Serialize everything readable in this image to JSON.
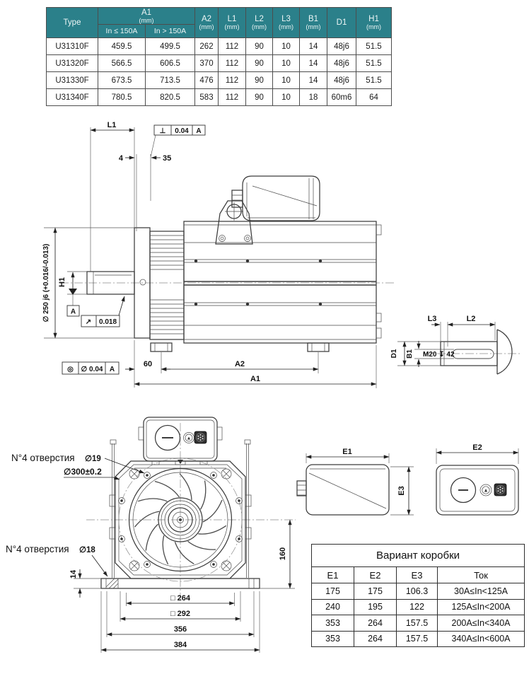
{
  "colors": {
    "header_bg": "#2b808a",
    "header_text": "#eef6f6",
    "table_border": "#4d4d4d",
    "line": "#3c3c3c"
  },
  "spec_table": {
    "h_type": "Type",
    "h_a1": "A1",
    "h_a1_unit": "(mm)",
    "h_in_le": "In ≤ 150A",
    "h_in_gt": "In > 150A",
    "cols": [
      {
        "label": "A2",
        "unit": "(mm)"
      },
      {
        "label": "L1",
        "unit": "(mm)"
      },
      {
        "label": "L2",
        "unit": "(mm)"
      },
      {
        "label": "L3",
        "unit": "(mm)"
      },
      {
        "label": "B1",
        "unit": "(mm)"
      },
      {
        "label": "D1",
        "unit": ""
      },
      {
        "label": "H1",
        "unit": "(mm)"
      }
    ],
    "rows": [
      {
        "type": "U31310F",
        "a1_le": "459.5",
        "a1_gt": "499.5",
        "a2": "262",
        "l1": "112",
        "l2": "90",
        "l3": "10",
        "b1": "14",
        "d1": "48j6",
        "h1": "51.5"
      },
      {
        "type": "U31320F",
        "a1_le": "566.5",
        "a1_gt": "606.5",
        "a2": "370",
        "l1": "112",
        "l2": "90",
        "l3": "10",
        "b1": "14",
        "d1": "48j6",
        "h1": "51.5"
      },
      {
        "type": "U31330F",
        "a1_le": "673.5",
        "a1_gt": "713.5",
        "a2": "476",
        "l1": "112",
        "l2": "90",
        "l3": "10",
        "b1": "14",
        "d1": "48j6",
        "h1": "51.5"
      },
      {
        "type": "U31340F",
        "a1_le": "780.5",
        "a1_gt": "820.5",
        "a2": "583",
        "l1": "112",
        "l2": "90",
        "l3": "10",
        "b1": "18",
        "d1": "60m6",
        "h1": "64"
      }
    ]
  },
  "side_view": {
    "dim_l1": "L1",
    "dim_4": "4",
    "dim_35": "35",
    "perp_sym": "⊥",
    "perp_val": "0.04",
    "perp_datum": "A",
    "dia_250": "∅ 250 j6 (+0.016/-0.013)",
    "dim_h1": "H1",
    "datum_a": "A",
    "runout_sym": "↗",
    "runout_val": "0.018",
    "conc_sym": "◎",
    "conc_val": "∅ 0.04",
    "conc_datum": "A",
    "dim_60": "60",
    "dim_a2": "A2",
    "dim_a1": "A1"
  },
  "shaft_detail": {
    "dim_l3": "L3",
    "dim_l2": "L2",
    "dim_d1": "D1",
    "dim_b1": "B1",
    "thread": "M20 ↧ 42"
  },
  "front_view": {
    "callout_19_text": "N°4 отверстия",
    "callout_19_dia": "∅19",
    "callout_300": "∅300±0.2",
    "callout_18_text": "N°4 отверстия",
    "callout_18_dia": "∅18",
    "dim_14": "14",
    "dim_160": "160",
    "dim_264": "□ 264",
    "dim_292": "□ 292",
    "dim_356": "356",
    "dim_384": "384"
  },
  "box_views": {
    "dim_e1": "E1",
    "dim_e2": "E2",
    "dim_e3": "E3"
  },
  "box_table": {
    "title": "Вариант коробки",
    "headers": [
      "E1",
      "E2",
      "E3",
      "Ток"
    ],
    "rows": [
      [
        "175",
        "175",
        "106.3",
        "30A≤In<125A"
      ],
      [
        "240",
        "195",
        "122",
        "125A≤In<200A"
      ],
      [
        "353",
        "264",
        "157.5",
        "200A≤In<340A"
      ],
      [
        "353",
        "264",
        "157.5",
        "340A≤In<600A"
      ]
    ]
  }
}
